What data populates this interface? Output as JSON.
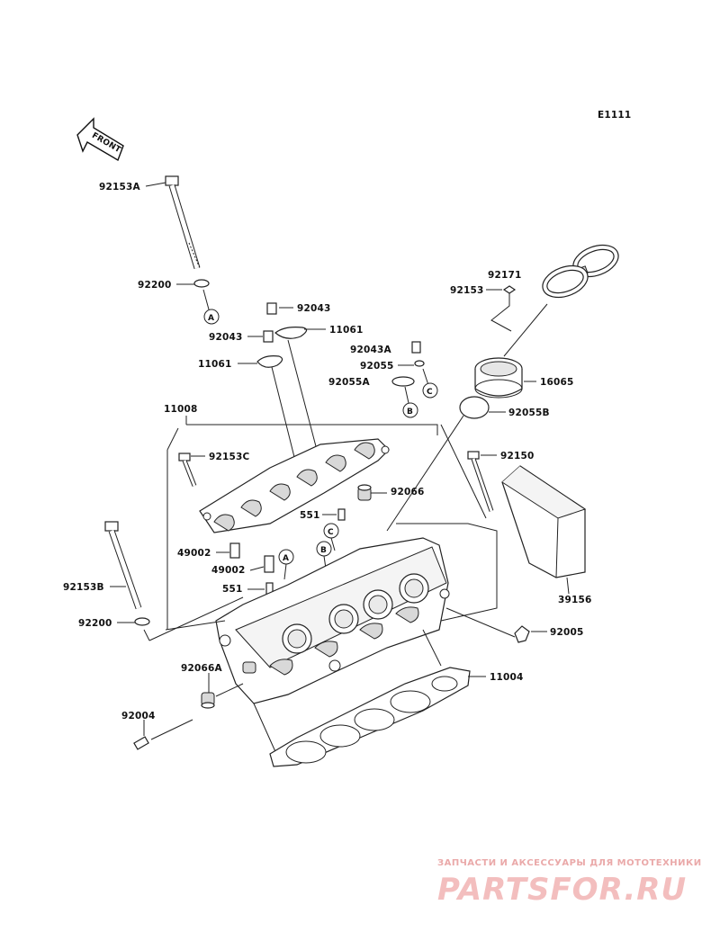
{
  "diagram_code": "E1111",
  "front_arrow_label": "FRONT",
  "callouts": {
    "c92153A": "92153A",
    "c92200a": "92200",
    "c92043a": "92043",
    "c11061a": "11061",
    "c92043b": "92043",
    "c11061b": "11061",
    "c92043A": "92043A",
    "c92055": "92055",
    "c92055A": "92055A",
    "c92171": "92171",
    "c92153": "92153",
    "c16065": "16065",
    "c92055B": "92055B",
    "c11008": "11008",
    "c92153C": "92153C",
    "c92150": "92150",
    "c92066": "92066",
    "c551a": "551",
    "c49002a": "49002",
    "c49002b": "49002",
    "c551b": "551",
    "c92153B": "92153B",
    "c92200b": "92200",
    "c39156": "39156",
    "c92005": "92005",
    "c92066A": "92066A",
    "c11004": "11004",
    "c92004": "92004"
  },
  "ref_markers": {
    "A1": "A",
    "B1": "B",
    "C1": "C",
    "A2": "A",
    "B2": "B",
    "C2": "C"
  },
  "watermark": {
    "tagline": "ЗАПЧАСТИ И АКСЕССУАРЫ ДЛЯ МОТОТЕХНИКИ",
    "brand": "PARTSFOR.RU"
  }
}
